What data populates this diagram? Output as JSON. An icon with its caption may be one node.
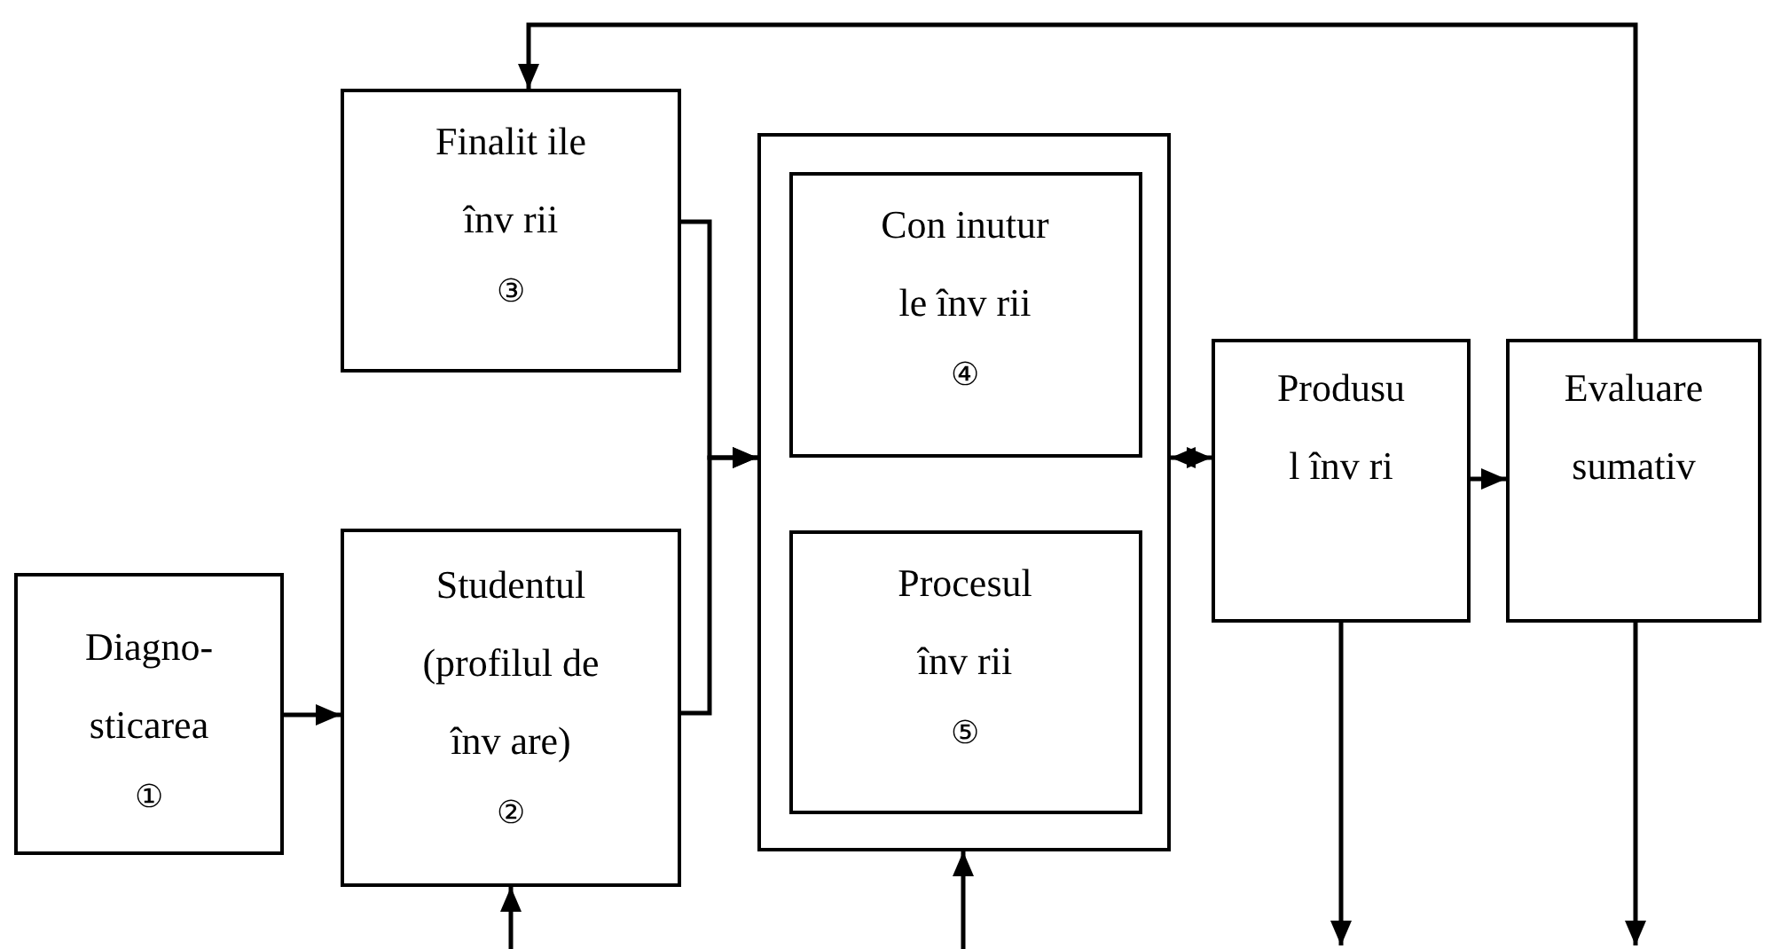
{
  "diagram": {
    "nodes": [
      {
        "text": [
          "Diagno- sticarea",
          "①"
        ]
      },
      {
        "text": [
          "Studentul (profilul de înv are)",
          "②"
        ]
      },
      {
        "text": [
          "Finalit ile înv rii",
          "③"
        ]
      },
      {
        "text": [],
        "shape": "box"
      },
      {
        "text": [
          "Con inutur le înv rii",
          "④"
        ],
        "in": 3
      },
      {
        "text": [
          "Procesul înv rii",
          "⑤"
        ],
        "in": 3
      },
      {
        "text": [
          "Produsu l înv ri"
        ]
      },
      {
        "text": [
          "Evaluare sumativ"
        ]
      }
    ],
    "edges": [
      {
        "from": 0,
        "to": 1,
        "arrow": "to"
      },
      {
        "from": 2,
        "to": 3,
        "arrow": "to"
      },
      {
        "from": 1,
        "to": 3,
        "arrow": "to"
      },
      {
        "from": 3,
        "to": 6,
        "arrow": "both"
      },
      {
        "from": 6,
        "to": 7,
        "arrow": "to"
      },
      {
        "from": 7,
        "to": 2,
        "arrow": "to"
      },
      {
        "from": null,
        "to": 1,
        "arrow": "to"
      },
      {
        "from": null,
        "to": 3,
        "arrow": "to"
      },
      {
        "from": 6,
        "to": null,
        "arrow": "to"
      },
      {
        "from": 7,
        "to": null,
        "arrow": "to"
      }
    ]
  }
}
